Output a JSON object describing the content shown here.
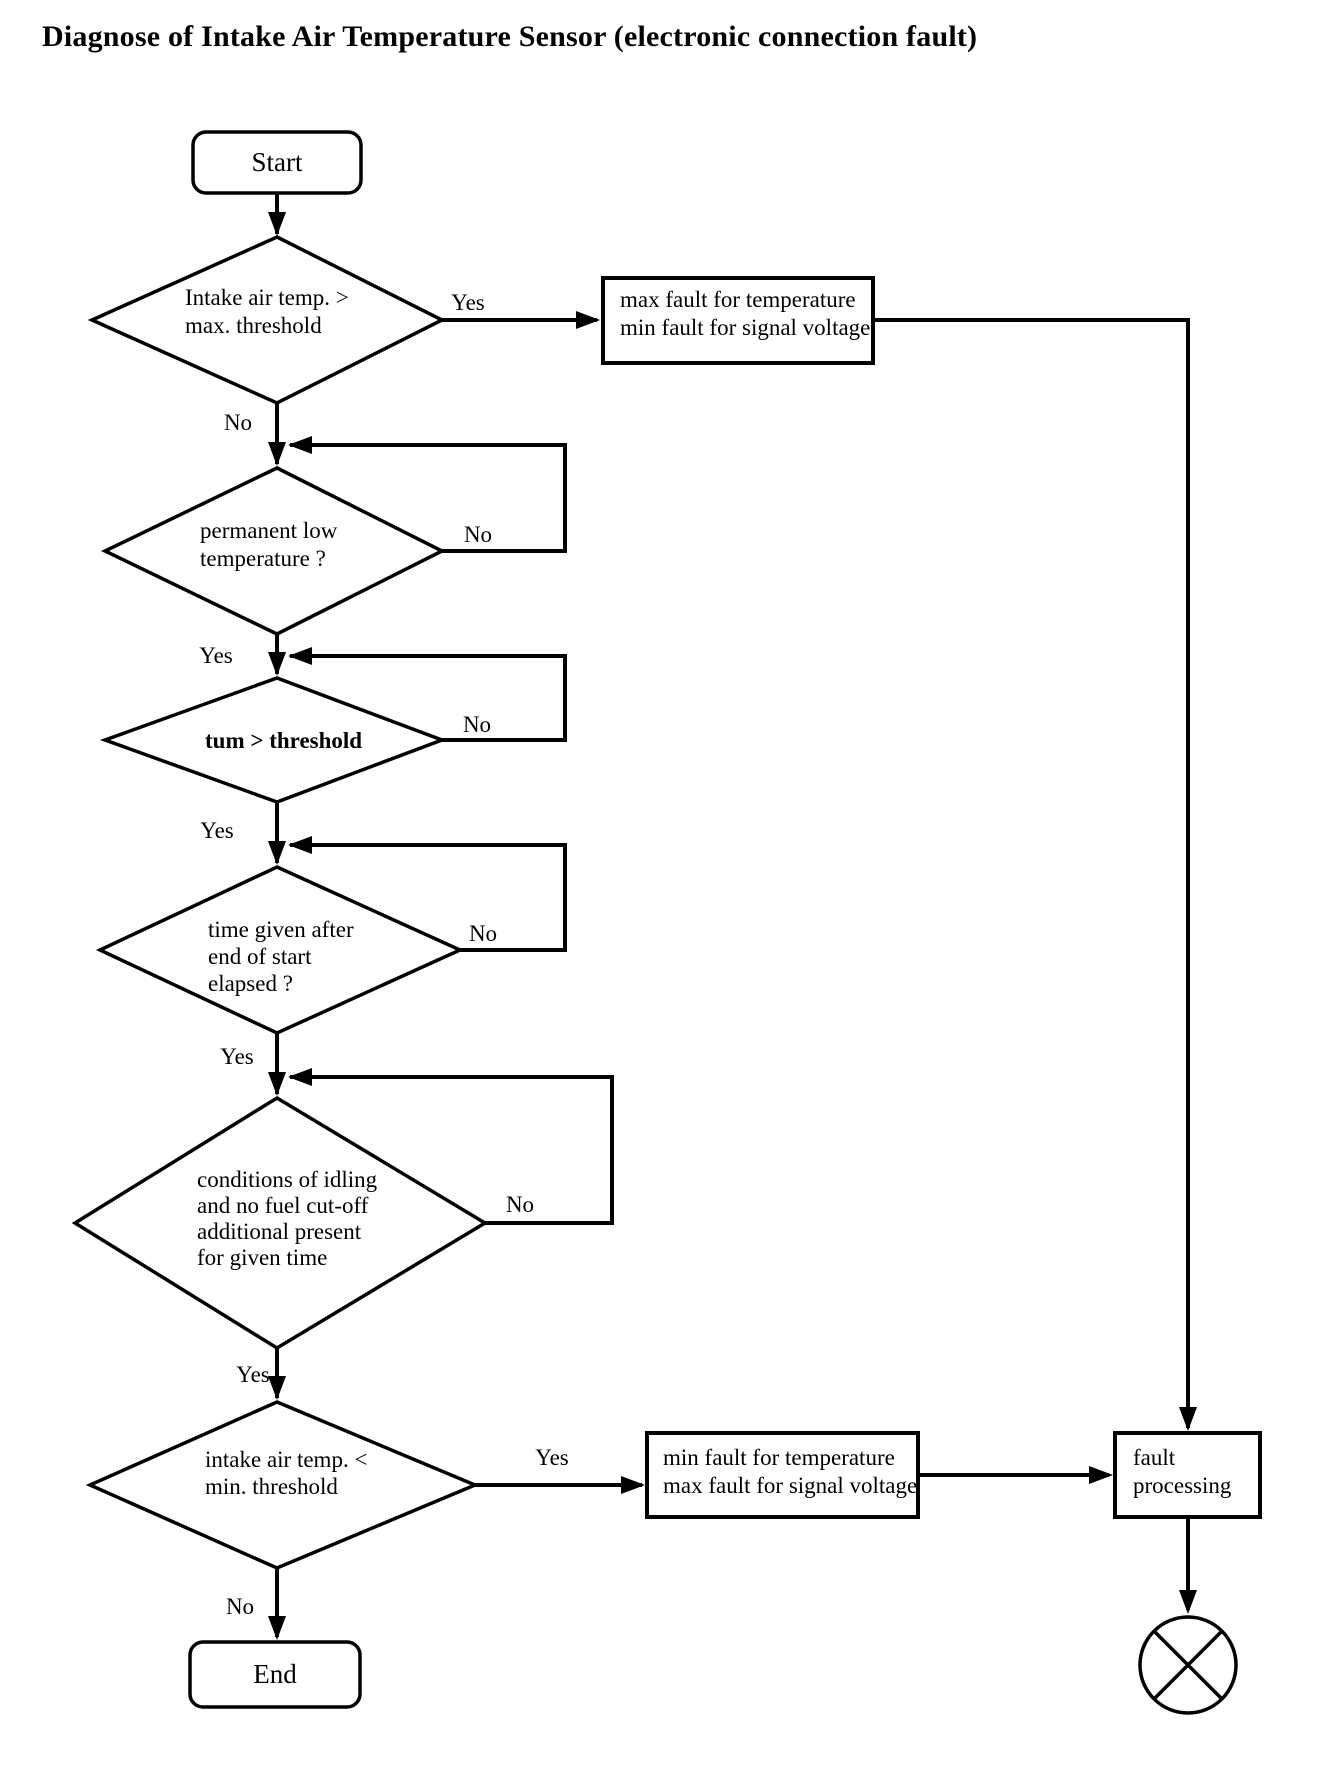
{
  "page": {
    "title": "Diagnose of Intake Air Temperature Sensor (electronic connection fault)",
    "background_color": "#ffffff",
    "line_color": "#000000"
  },
  "nodes": {
    "start": {
      "type": "terminator",
      "label": "Start"
    },
    "decision_intake_temp_max": {
      "type": "decision",
      "lines": [
        "Intake air temp. >",
        "max. threshold"
      ]
    },
    "process_max_fault": {
      "type": "process",
      "lines": [
        "max fault for temperature",
        "min fault for signal voltage"
      ]
    },
    "decision_permanent_low_temp": {
      "type": "decision",
      "lines": [
        "permanent low",
        "temperature ?"
      ]
    },
    "decision_tum_threshold": {
      "type": "decision",
      "lines": [
        "tum > threshold"
      ]
    },
    "decision_time_after_start": {
      "type": "decision",
      "lines": [
        "time given after",
        "end of start",
        "elapsed ?"
      ]
    },
    "decision_idling_conditions": {
      "type": "decision",
      "lines": [
        "conditions of idling",
        "and no fuel cut-off",
        "additional present",
        "for given time"
      ]
    },
    "decision_intake_temp_min": {
      "type": "decision",
      "lines": [
        "intake air temp. <",
        "min. threshold"
      ]
    },
    "process_min_fault": {
      "type": "process",
      "lines": [
        "min fault for temperature",
        "max fault for signal voltage"
      ]
    },
    "process_fault_processing": {
      "type": "process",
      "lines": [
        "fault",
        "processing"
      ]
    },
    "end": {
      "type": "terminator",
      "label": "End"
    },
    "offpage_connector": {
      "type": "connector",
      "icon": "crossed-circle"
    }
  },
  "edge_labels": {
    "intake_temp_max_yes": "Yes",
    "intake_temp_max_no": "No",
    "permanent_low_temp_no": "No",
    "permanent_low_temp_yes": "Yes",
    "tum_threshold_no": "No",
    "tum_threshold_yes": "Yes",
    "time_after_start_no": "No",
    "time_after_start_yes": "Yes",
    "idling_conditions_no": "No",
    "idling_conditions_yes": "Yes",
    "intake_temp_min_yes": "Yes",
    "intake_temp_min_no": "No"
  }
}
